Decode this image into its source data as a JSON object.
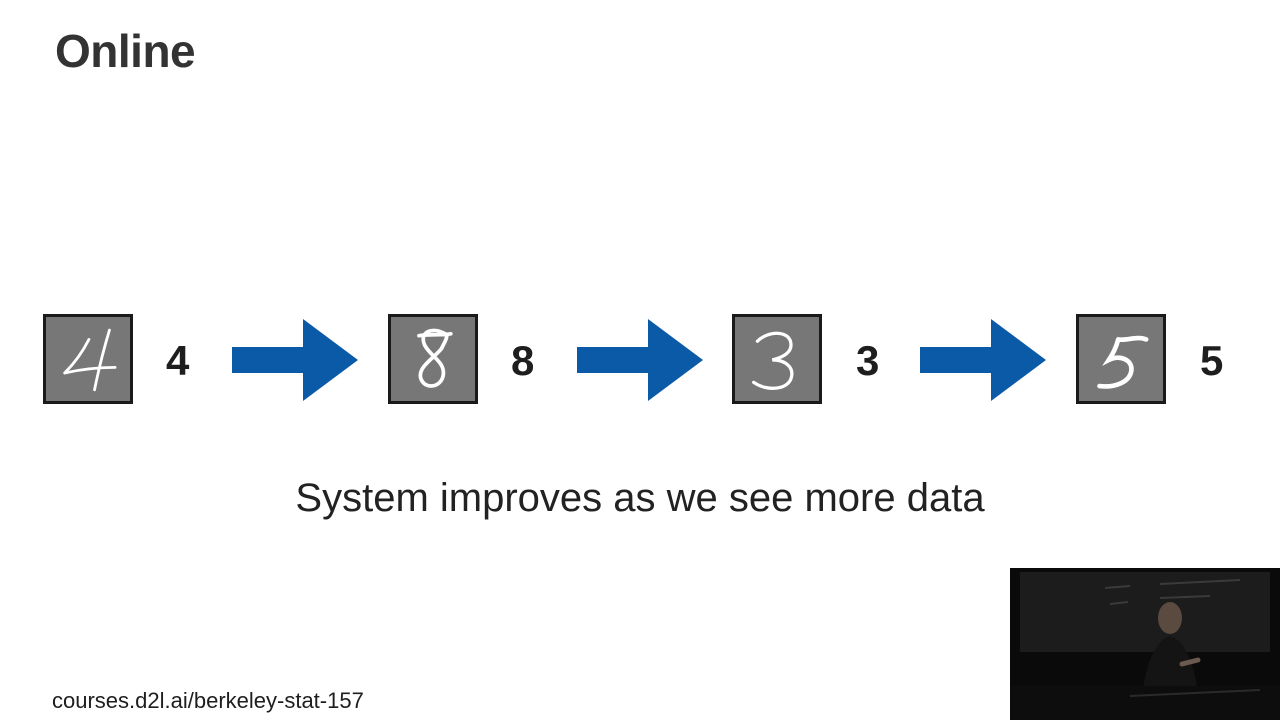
{
  "slide": {
    "title": "Online",
    "caption": "System improves as we see more data",
    "footer": "courses.d2l.ai/berkeley-stat-157"
  },
  "sequence": [
    {
      "digit_image": "handwritten-4-icon",
      "label": "4"
    },
    {
      "digit_image": "handwritten-8-icon",
      "label": "8"
    },
    {
      "digit_image": "handwritten-3-icon",
      "label": "3"
    },
    {
      "digit_image": "handwritten-5-icon",
      "label": "5"
    }
  ],
  "colors": {
    "arrow": "#0b5aa8",
    "title": "#333333",
    "tile": "#777777"
  }
}
